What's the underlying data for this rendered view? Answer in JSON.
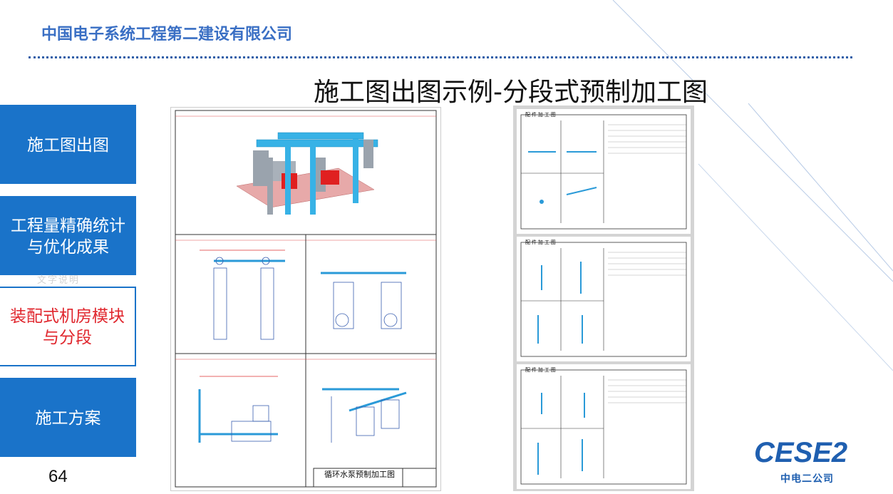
{
  "company_name": "中国电子系统工程第二建设有限公司",
  "slide_title": "施工图出图示例-分段式预制加工图",
  "menu": [
    {
      "label": "施工图出图",
      "active": false
    },
    {
      "label": "工程量精确统计\n与优化成果",
      "active": false
    },
    {
      "label": "装配式机房模块\n与分段",
      "active": true
    },
    {
      "label": "施工方案",
      "active": false
    }
  ],
  "ghost_text": "文字说明",
  "page_number": "64",
  "drawing": {
    "title_block": "循环水泵预制加工图",
    "sheet_header": "配 件 加 工 图"
  },
  "logo": {
    "mark": "CESE2",
    "caption": "中电二公司"
  },
  "colors": {
    "menu_blue": "#1a73c9",
    "active_red": "#e0262d",
    "company_blue": "#3a6fc4"
  }
}
